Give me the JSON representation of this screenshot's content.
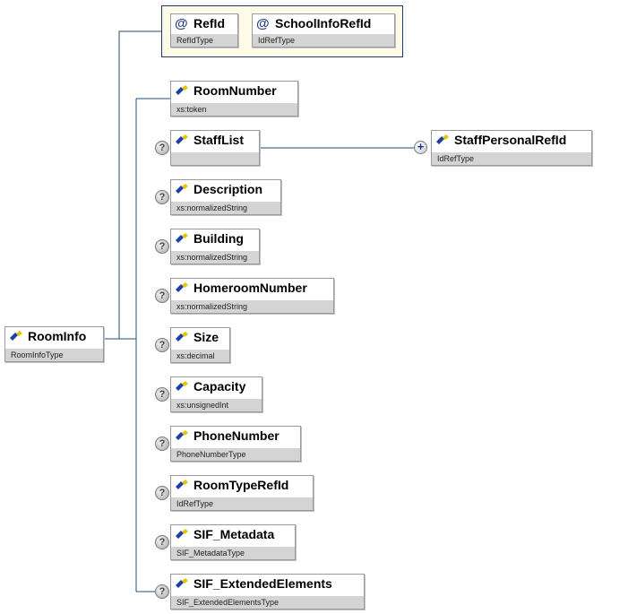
{
  "root": {
    "name": "RoomInfo",
    "type": "RoomInfoType"
  },
  "attributes": [
    {
      "name": "RefId",
      "type": "RefIdType"
    },
    {
      "name": "SchoolInfoRefId",
      "type": "IdRefType"
    }
  ],
  "elements": [
    {
      "name": "RoomNumber",
      "type": "xs:token",
      "optional": false
    },
    {
      "name": "StaffList",
      "type": "",
      "optional": true
    },
    {
      "name": "Description",
      "type": "xs:normalizedString",
      "optional": true
    },
    {
      "name": "Building",
      "type": "xs:normalizedString",
      "optional": true
    },
    {
      "name": "HomeroomNumber",
      "type": "xs:normalizedString",
      "optional": true
    },
    {
      "name": "Size",
      "type": "xs:decimal",
      "optional": true
    },
    {
      "name": "Capacity",
      "type": "xs:unsignedInt",
      "optional": true
    },
    {
      "name": "PhoneNumber",
      "type": "PhoneNumberType",
      "optional": true
    },
    {
      "name": "RoomTypeRefId",
      "type": "IdRefType",
      "optional": true
    },
    {
      "name": "SIF_Metadata",
      "type": "SIF_MetadataType",
      "optional": true
    },
    {
      "name": "SIF_ExtendedElements",
      "type": "SIF_ExtendedElementsType",
      "optional": true
    }
  ],
  "staff_child": {
    "name": "StaffPersonalRefId",
    "type": "IdRefType",
    "repeating": true
  },
  "colors": {
    "connector": "#1f4e79",
    "icon_blue": "#1f3fa8",
    "icon_yellow": "#e8c400"
  }
}
